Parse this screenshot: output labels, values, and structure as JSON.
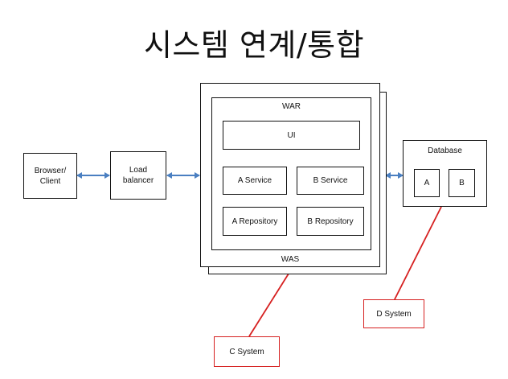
{
  "title": "시스템 연계/통합",
  "browser": "Browser/\nClient",
  "load_balancer": "Load\nbalancer",
  "was": "WAS",
  "war": "WAR",
  "ui": "UI",
  "a_service": "A Service",
  "b_service": "B Service",
  "a_repository": "A Repository",
  "b_repository": "B Repository",
  "database": "Database",
  "db_a": "A",
  "db_b": "B",
  "c_system": "C System",
  "d_system": "D System",
  "colors": {
    "arrow": "#4a7fc1",
    "callout": "#d62020",
    "stroke": "#111111"
  }
}
